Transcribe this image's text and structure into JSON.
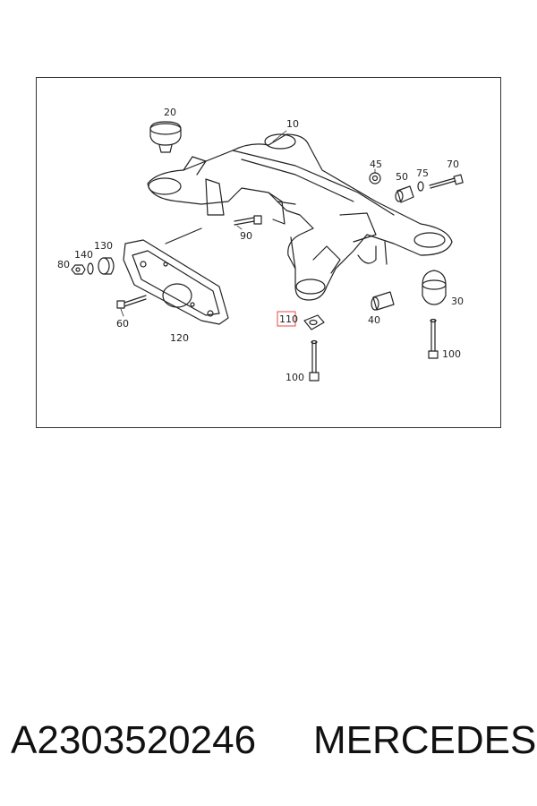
{
  "diagram": {
    "callouts": {
      "c10": "10",
      "c20": "20",
      "c30": "30",
      "c40": "40",
      "c45": "45",
      "c50": "50",
      "c60": "60",
      "c70": "70",
      "c75": "75",
      "c80": "80",
      "c90": "90",
      "c100a": "100",
      "c100b": "100",
      "c110": "110",
      "c120": "120",
      "c130": "130",
      "c140": "140"
    },
    "highlight_color": "#e8474a"
  },
  "footer": {
    "part_number": "A2303520246",
    "brand": "MERCEDES"
  }
}
